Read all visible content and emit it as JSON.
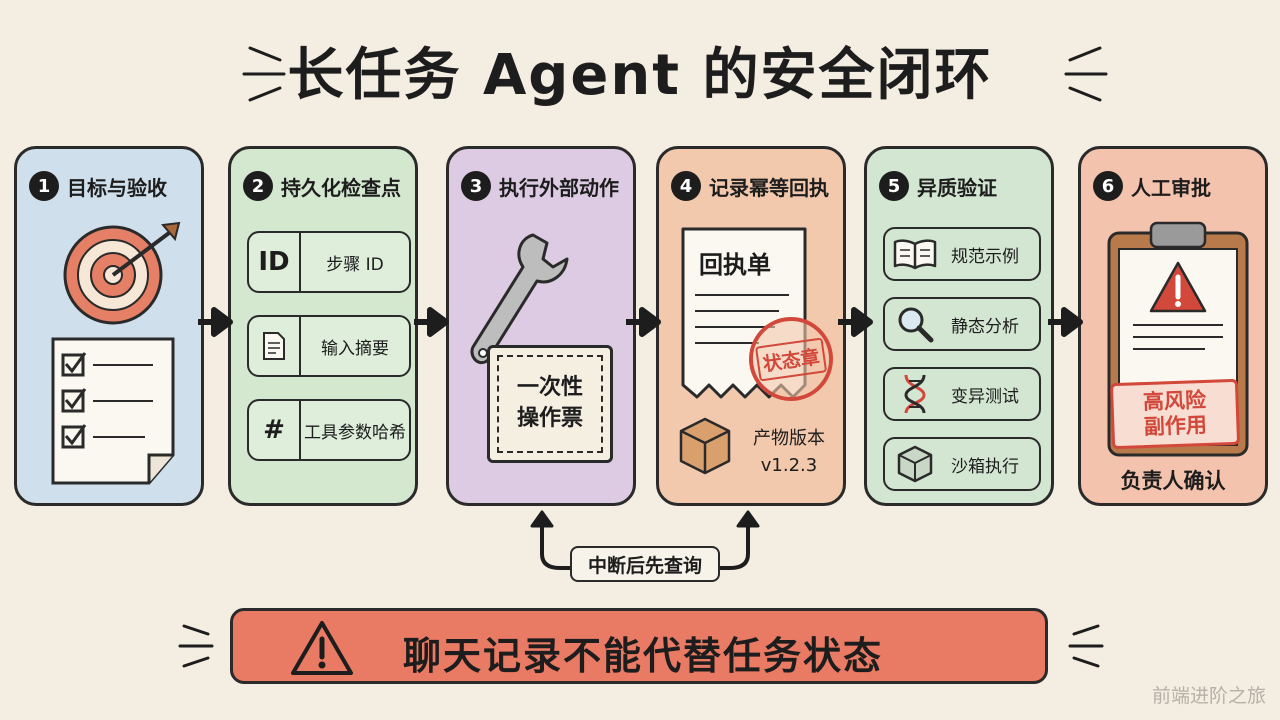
{
  "title": "长任务 Agent 的安全闭环",
  "steps": [
    {
      "num": "1",
      "title": "目标与验收"
    },
    {
      "num": "2",
      "title": "持久化检查点",
      "items": [
        {
          "icon_text": "ID",
          "icon": "id-icon",
          "label": "步骤 ID"
        },
        {
          "icon_text": "",
          "icon": "document-icon",
          "label": "输入摘要"
        },
        {
          "icon_text": "#",
          "icon": "hash-icon",
          "label": "工具参数哈希"
        }
      ]
    },
    {
      "num": "3",
      "title": "执行外部动作",
      "ticket": {
        "line1": "一次性",
        "line2": "操作票"
      }
    },
    {
      "num": "4",
      "title": "记录幂等回执",
      "receipt_title": "回执单",
      "stamp": "状态章",
      "artifact_label": "产物版本",
      "artifact_version": "v1.2.3"
    },
    {
      "num": "5",
      "title": "异质验证",
      "items": [
        {
          "icon": "book-icon",
          "label": "规范示例"
        },
        {
          "icon": "magnifier-icon",
          "label": "静态分析"
        },
        {
          "icon": "dna-icon",
          "label": "变异测试"
        },
        {
          "icon": "sandbox-cube-icon",
          "label": "沙箱执行"
        }
      ]
    },
    {
      "num": "6",
      "title": "人工审批",
      "stamp_line1": "高风险",
      "stamp_line2": "副作用",
      "confirm": "负责人确认"
    }
  ],
  "loop_label": "中断后先查询",
  "banner": "聊天记录不能代替任务状态",
  "watermark": "前端进阶之旅",
  "colors": {
    "background": "#f4ede2",
    "card1": "#cfe0ec",
    "card2": "#d3e8cf",
    "card3": "#dccbe3",
    "card4": "#f3c9ad",
    "card5": "#d3e6d2",
    "card6": "#f3c3ae",
    "banner": "#e97a63",
    "stamp_red": "#d2483b",
    "ink": "#1d1d1d"
  }
}
